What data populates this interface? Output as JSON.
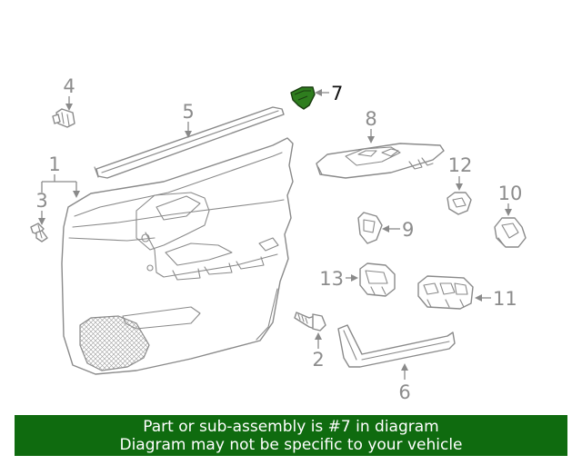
{
  "diagram": {
    "highlight_color": "#2e7d1e",
    "callouts": [
      {
        "id": "1",
        "label": "1"
      },
      {
        "id": "2",
        "label": "2"
      },
      {
        "id": "3",
        "label": "3"
      },
      {
        "id": "4",
        "label": "4"
      },
      {
        "id": "5",
        "label": "5"
      },
      {
        "id": "6",
        "label": "6"
      },
      {
        "id": "7",
        "label": "7",
        "highlighted": true
      },
      {
        "id": "8",
        "label": "8"
      },
      {
        "id": "9",
        "label": "9"
      },
      {
        "id": "10",
        "label": "10"
      },
      {
        "id": "11",
        "label": "11"
      },
      {
        "id": "12",
        "label": "12"
      },
      {
        "id": "13",
        "label": "13"
      }
    ]
  },
  "banner": {
    "line1": "Part or sub-assembly is #7 in diagram",
    "line2": "Diagram may not be specific to your vehicle",
    "background": "#0f6b0f"
  }
}
